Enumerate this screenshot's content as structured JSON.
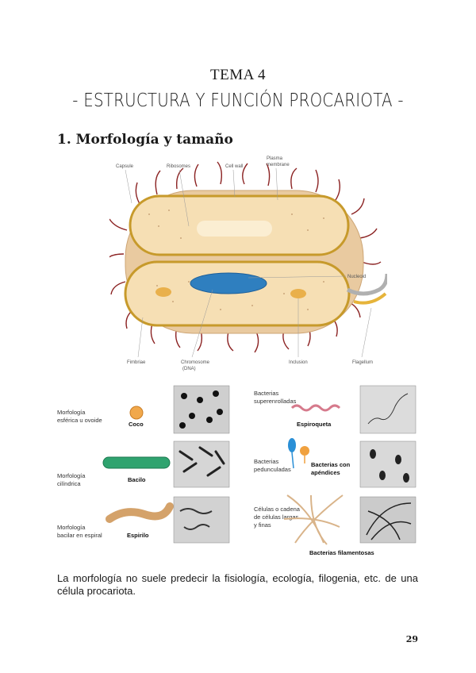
{
  "header": {
    "tema": "TEMA 4",
    "subtitle": "- ESTRUCTURA Y FUNCIÓN PROCARIOTA -"
  },
  "section": {
    "number": "1.",
    "title": "Morfología y tamaño"
  },
  "cell_figure": {
    "labels": {
      "capsule": "Capsule",
      "ribosomes": "Ribosomes",
      "cell_wall": "Cell wall",
      "plasma_membrane_1": "Plasma",
      "plasma_membrane_2": "membrane",
      "nucleoid": "Nucleoid",
      "fimbriae": "Fimbriae",
      "chromosome_1": "Chromosome",
      "chromosome_2": "(DNA)",
      "inclusion": "Inclusion",
      "flagellum": "Flagellum"
    }
  },
  "morphology_figure": {
    "left": {
      "esferica_1": "Morfología",
      "esferica_2": "esférica u ovoide",
      "coco": "Coco",
      "cilindrica_1": "Morfología",
      "cilindrica_2": "cilíndrica",
      "bacilo": "Bacilo",
      "espiral_1": "Morfología",
      "espiral_2": "bacilar en espiral",
      "espirilo": "Espirilo"
    },
    "right": {
      "super_1": "Bacterias",
      "super_2": "superenrolladas",
      "espiroqueta": "Espiroqueta",
      "ped_1": "Bacterias",
      "ped_2": "pedunculadas",
      "apendices_1": "Bacterias con",
      "apendices_2": "apéndices",
      "cadena_1": "Células o cadena",
      "cadena_2": "de células largas",
      "cadena_3": "y finas",
      "filamentosas": "Bacterias filamentosas"
    }
  },
  "body": {
    "paragraph": "La morfología no suele predecir la fisiología, ecología, filogenia, etc. de una célula procariota."
  },
  "footer": {
    "page_number": "29"
  }
}
